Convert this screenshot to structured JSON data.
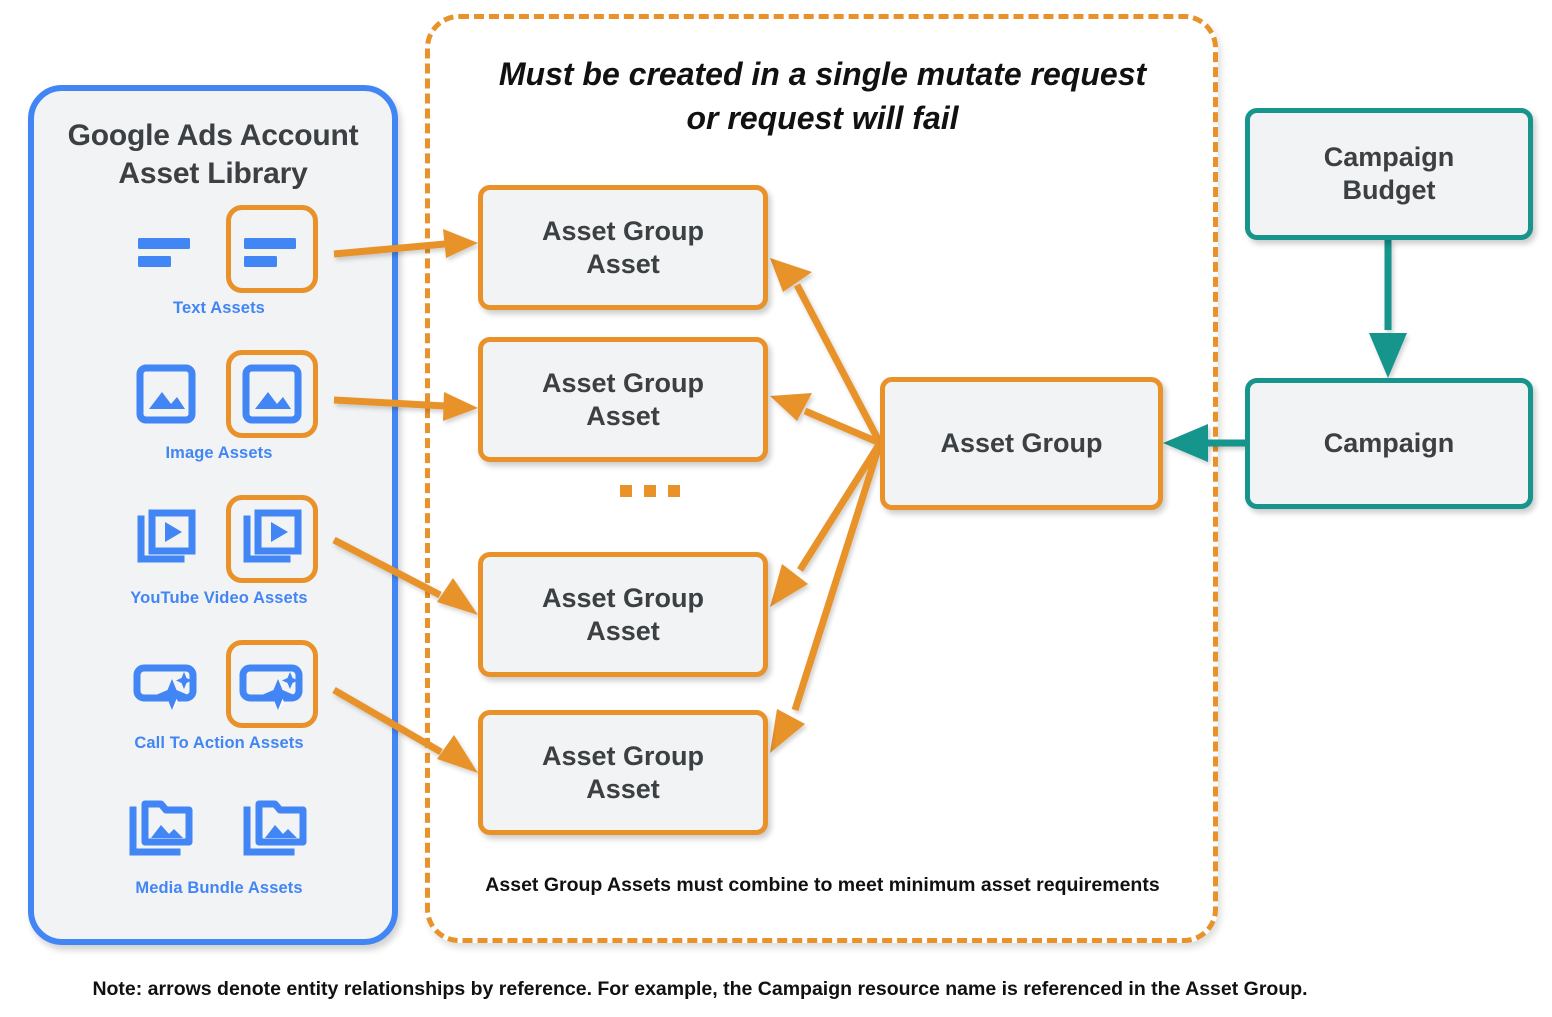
{
  "colors": {
    "orange": "#E89229",
    "teal": "#17958C",
    "blue": "#4285F4",
    "box_fill": "#f1f3f4",
    "text_dark": "#3c4043",
    "text_black": "#111111"
  },
  "library": {
    "title_line1": "Google Ads Account",
    "title_line2": "Asset Library",
    "items": [
      {
        "label": "Text Assets",
        "icon": "text-lines-icon"
      },
      {
        "label": "Image Assets",
        "icon": "image-icon"
      },
      {
        "label": "YouTube Video  Assets",
        "icon": "video-stack-icon"
      },
      {
        "label": "Call To Action Assets",
        "icon": "call-to-action-sparkle-icon"
      },
      {
        "label": "Media Bundle  Assets",
        "icon": "media-bundle-folder-icon"
      }
    ]
  },
  "mutate_region": {
    "heading_line1": "Must be created in a single mutate request",
    "heading_line2": "or request will fail",
    "footnote": "Asset Group Assets must combine to meet minimum asset requirements",
    "ellipsis": "...",
    "asset_group_assets": [
      {
        "line1": "Asset Group",
        "line2": "Asset"
      },
      {
        "line1": "Asset Group",
        "line2": "Asset"
      },
      {
        "line1": "Asset Group",
        "line2": "Asset"
      },
      {
        "line1": "Asset Group",
        "line2": "Asset"
      }
    ]
  },
  "asset_group": {
    "label": "Asset Group"
  },
  "campaign_budget": {
    "line1": "Campaign",
    "line2": "Budget"
  },
  "campaign": {
    "label": "Campaign"
  },
  "note": "Note: arrows denote entity relationships by reference. For example, the Campaign resource name is referenced in the Asset Group."
}
